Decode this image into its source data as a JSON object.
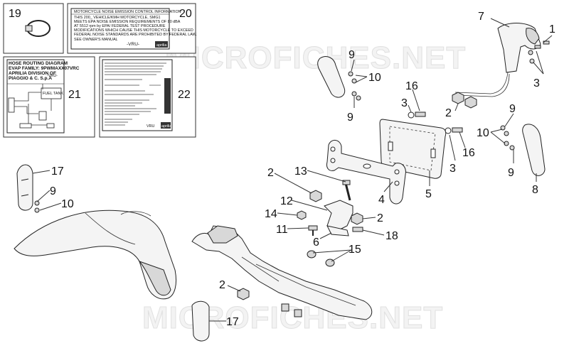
{
  "watermark": "MICROFICHES.NET",
  "callouts": [
    "19",
    "20",
    "21",
    "22",
    "7",
    "1",
    "3",
    "9",
    "10",
    "9",
    "16",
    "3",
    "2",
    "9",
    "10",
    "9",
    "8",
    "16",
    "3",
    "5",
    "4",
    "13",
    "2",
    "12",
    "2",
    "14",
    "11",
    "6",
    "18",
    "15",
    "17",
    "9",
    "10",
    "2",
    "17"
  ],
  "decal_20": {
    "lines": [
      "MOTORCYCLE NOISE EMISSION CONTROL INFORMATION",
      "THIS 200_ VEHICLE/KMH MOTORCYCLE, SMG1",
      "MEETS EPA NOISE EMISSION REQUIREMENTS OF 80 dBA",
      "AT 5512 rpm by EPA/ FEDERAL TEST PROCEDURE",
      "MODIFICATIONS WHICH CAUSE THIS MOTORCYCLE TO EXCEED",
      "FEDERAL NOISE STANDARDS ARE PROHIBITED BY FEDERAL LAW.",
      "SEE OWNER'S MANUAL",
      "-VRU-"
    ],
    "brand": "aprilia"
  },
  "decal_21": {
    "lines": [
      "HOSE ROUTING DIAGRAM",
      "EVAP FAMILY: 9PWMAXX07VRC",
      "APRILIA DIVISION OF",
      "PIAGGIO & C. S.p.A"
    ],
    "code": "-VRU-",
    "tank_label": "FUEL TANK"
  },
  "decal_22": {
    "code": "VRU",
    "brand": "aprilia"
  }
}
